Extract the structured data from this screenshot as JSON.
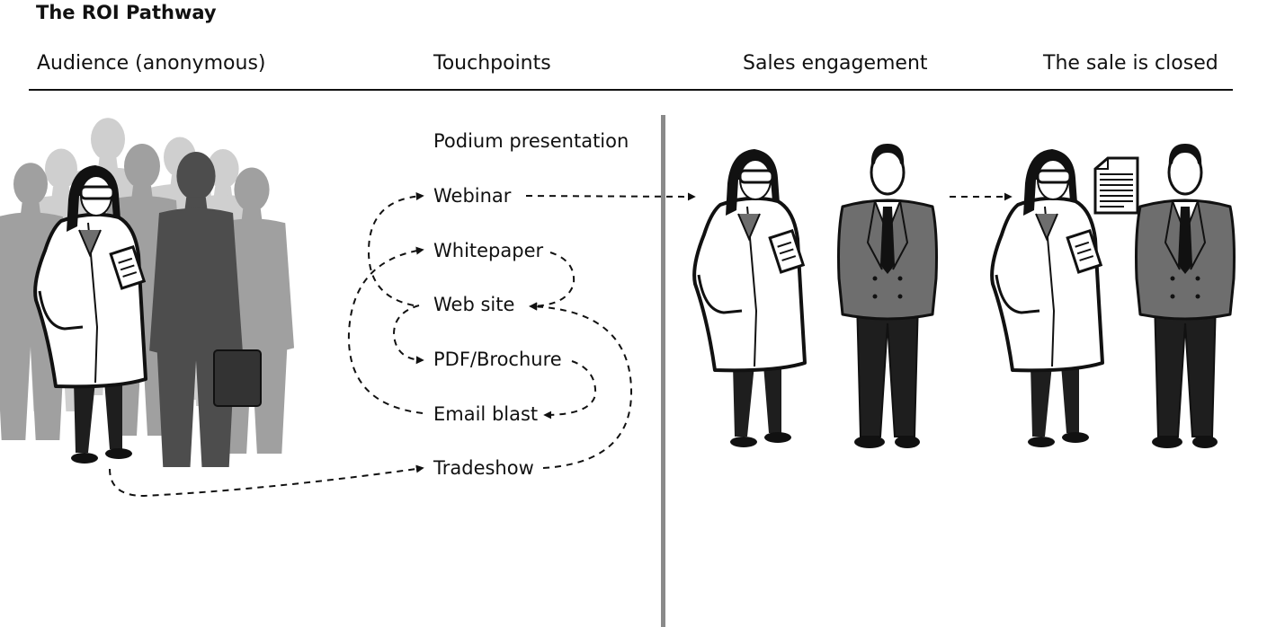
{
  "title": "The ROI Pathway",
  "columns": {
    "audience": "Audience (anonymous)",
    "touchpoints": "Touchpoints",
    "sales": "Sales engagement",
    "closed": "The sale is closed"
  },
  "touchpoints": [
    "Podium presentation",
    "Webinar",
    "Whitepaper",
    "Web site",
    "PDF/Brochure",
    "Email blast",
    "Tradeshow"
  ],
  "colors": {
    "ink": "#111111",
    "divider": "#8a8a8a",
    "crowd_light": "#c8c8c8",
    "crowd_mid": "#999999",
    "crowd_dark": "#4d4d4d",
    "suit": "#6e6e6e",
    "trousers": "#1e1e1e"
  },
  "icons": [
    "scientist-figure",
    "businessman-figure",
    "crowd-silhouette",
    "document-icon",
    "clipboard-icon",
    "briefcase-icon"
  ]
}
